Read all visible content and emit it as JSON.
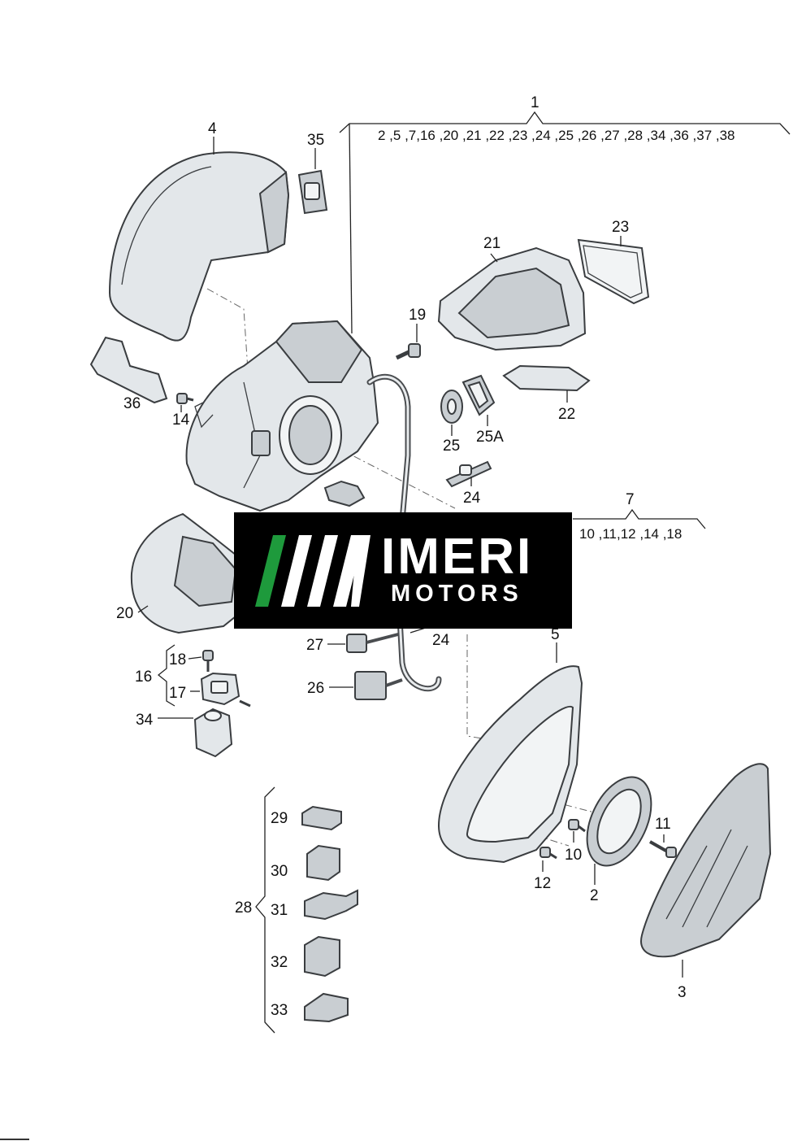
{
  "diagram": {
    "labels": {
      "p1": "1",
      "p2": "2",
      "p3": "3",
      "p4": "4",
      "p5": "5",
      "p7": "7",
      "p10": "10",
      "p11": "11",
      "p12": "12",
      "p14": "14",
      "p16": "16",
      "p17": "17",
      "p18": "18",
      "p19": "19",
      "p20": "20",
      "p21": "21",
      "p22": "22",
      "p23": "23",
      "p24a": "24",
      "p24b": "24",
      "p25": "25",
      "p25a": "25A",
      "p26": "26",
      "p27": "27",
      "p28": "28",
      "p29": "29",
      "p30": "30",
      "p31": "31",
      "p32": "32",
      "p33": "33",
      "p34": "34",
      "p35": "35",
      "p36": "36"
    },
    "groups": {
      "g1": "2 ,5 ,7,16 ,20 ,21 ,22 ,23 ,24 ,25 ,26 ,27 ,28 ,34 ,36 ,37 ,38",
      "g7": "10 ,11,12 ,14 ,18"
    }
  },
  "watermark": {
    "line1": "IMERI",
    "line2": "MOTORS"
  },
  "colors": {
    "watermark_bg": "#000000",
    "watermark_accent": "#1e9a3c",
    "watermark_text": "#ffffff"
  }
}
